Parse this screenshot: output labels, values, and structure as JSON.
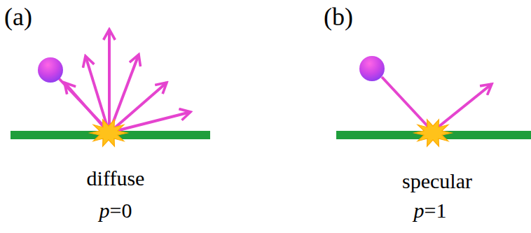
{
  "diagram": {
    "labels": [
      "(a)",
      "(b)",
      "diffuse",
      "p=0",
      "specular",
      "p=1"
    ]
  }
}
